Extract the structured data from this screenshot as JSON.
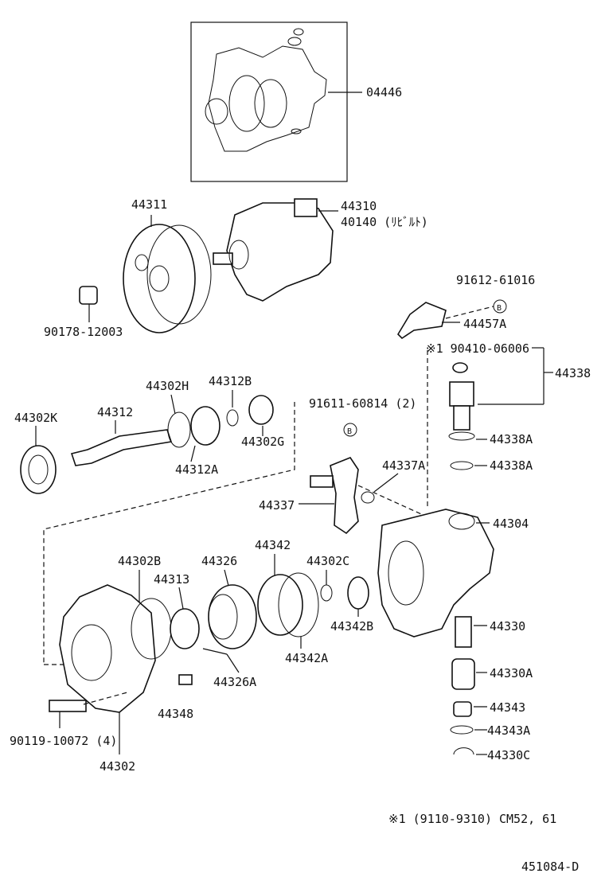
{
  "labels": {
    "kit": "04446",
    "pulley": "44311",
    "pump_assy": "44310",
    "pump_rebuilt": "40140 (ﾘﾋﾞﾙﾄ)",
    "nut": "90178-12003",
    "bolt_b1": "91612-61016",
    "b_mark": "B",
    "bracket": "44457A",
    "note_bolt": "※1 90410-06006",
    "valve_assy": "44338",
    "oring_top": "44338A",
    "oring_mid": "44338A",
    "oil_seal": "44302K",
    "shaft": "44312",
    "snap_ring": "44302H",
    "ring_b": "44312B",
    "bearing": "44312A",
    "seal_g": "44302G",
    "bolt_b2": "91611-60814 (2)",
    "union_a": "44337A",
    "union": "44337",
    "housing_front": "44304",
    "plate": "44302B",
    "rotor": "44313",
    "cam_ring": "44326",
    "side_plate": "44342",
    "oring_c": "44302C",
    "spring_b": "44342B",
    "plate_a": "44342A",
    "pin": "44326A",
    "vane": "44348",
    "flow_valve": "44330",
    "spring": "44330A",
    "plug": "44343",
    "plug_oring": "44343A",
    "clip": "44330C",
    "bolt_main": "90119-10072 (4)",
    "rear_housing": "44302",
    "footnote": "※1 (9110-9310)  CM52, 61",
    "diagram_id": "451084-D"
  }
}
